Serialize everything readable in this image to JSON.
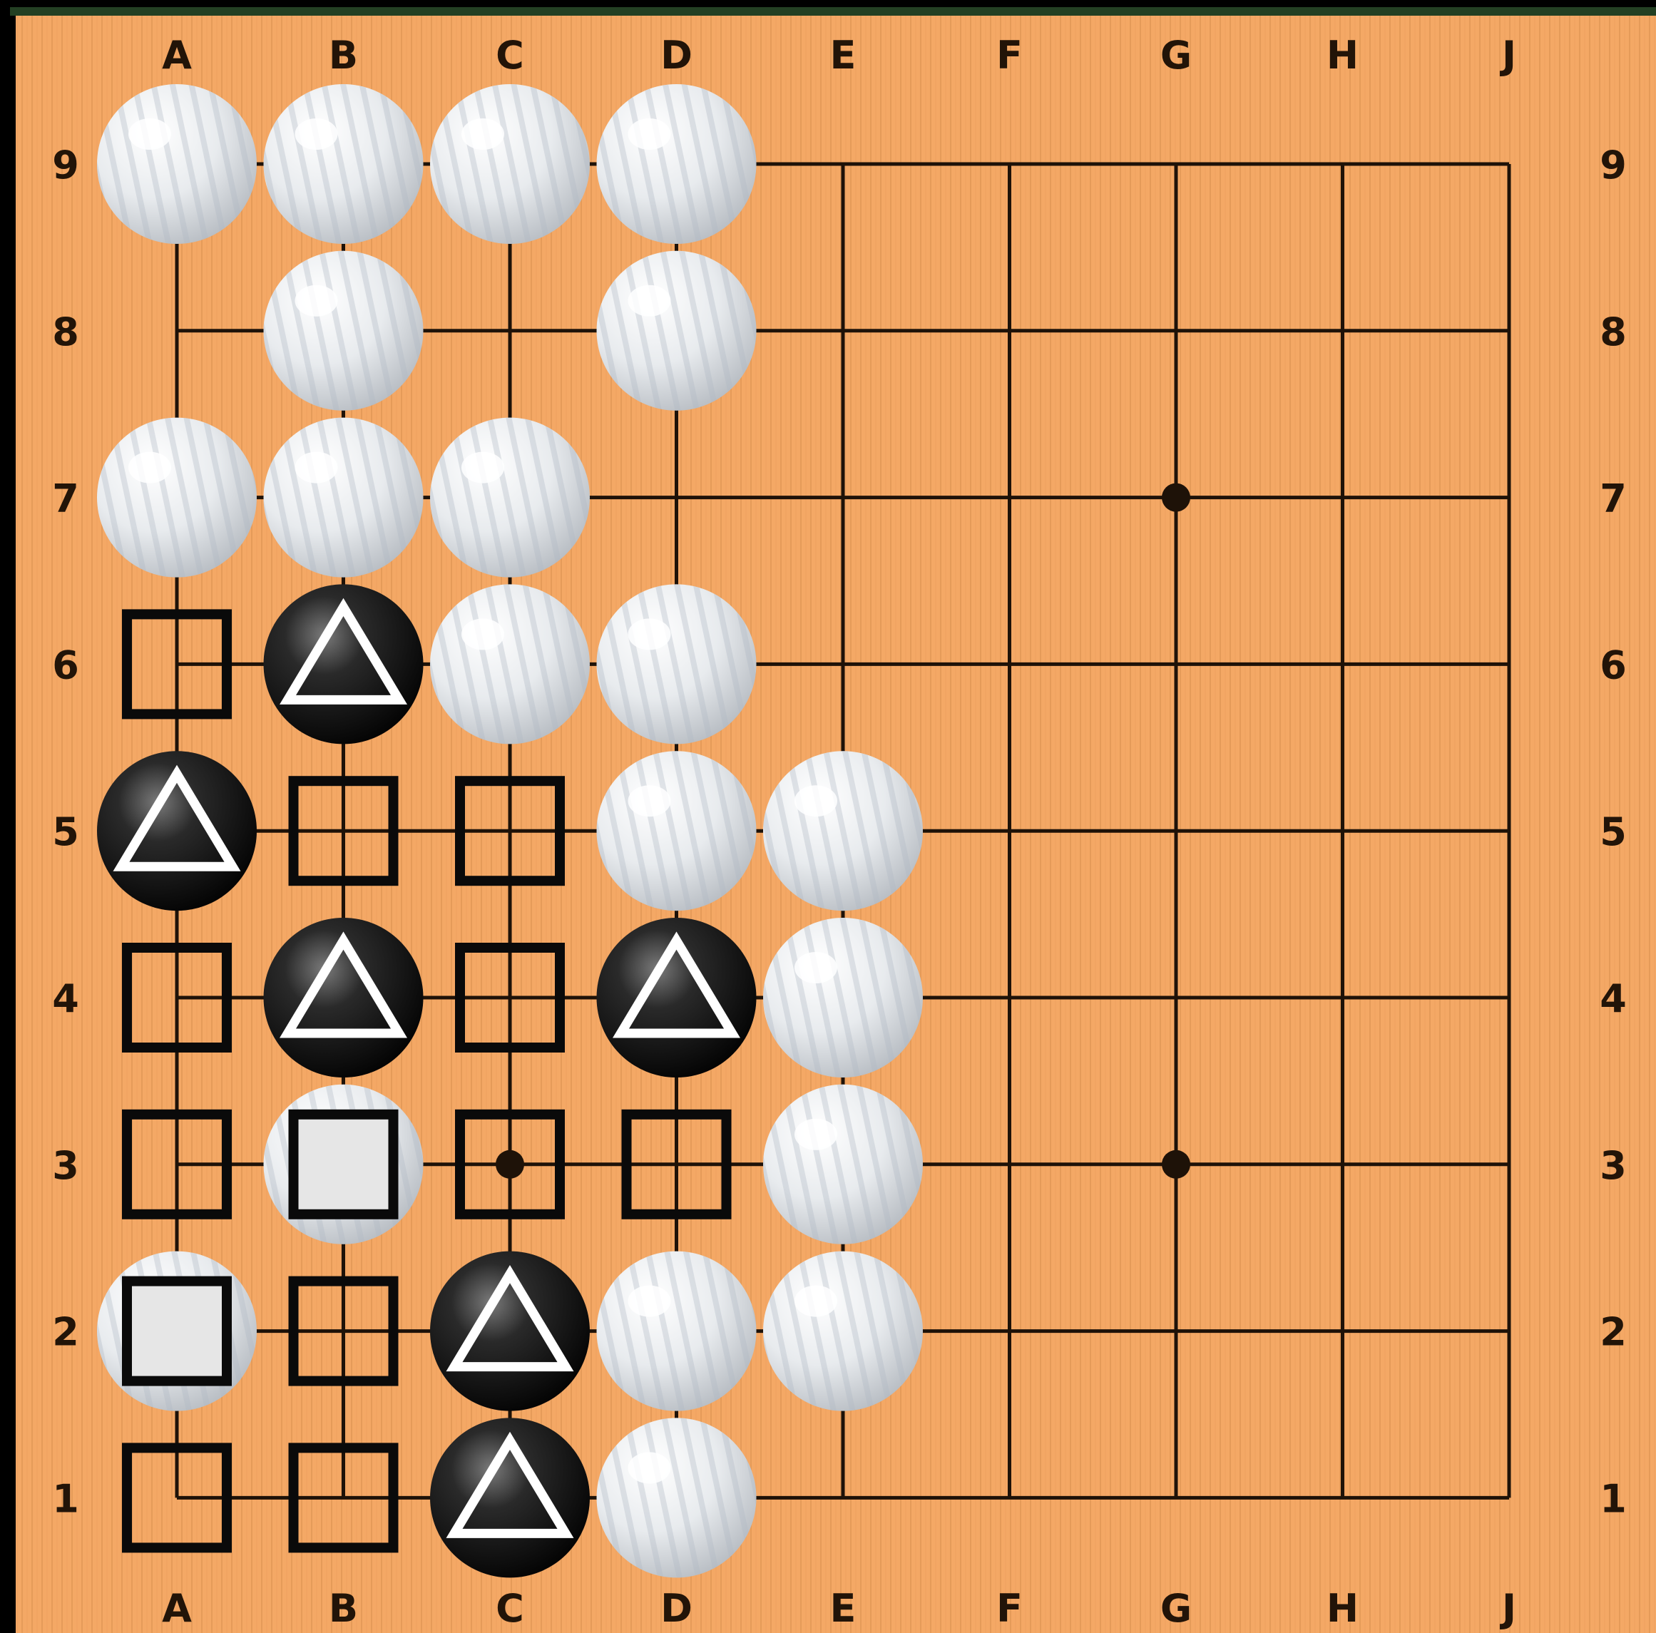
{
  "board": {
    "size": 9,
    "colors": {
      "wood": "#F4A865",
      "grain": "#D98F4E",
      "line": "#1E1208",
      "black_stone": "#0C0C0C",
      "white_stone": "#F4F4F4",
      "marker_light": "#FFFFFF",
      "marker_dark": "#0A0A0A"
    },
    "column_labels": [
      "A",
      "B",
      "C",
      "D",
      "E",
      "F",
      "G",
      "H",
      "J"
    ],
    "row_labels": [
      "9",
      "8",
      "7",
      "6",
      "5",
      "4",
      "3",
      "2",
      "1"
    ],
    "hoshi": [
      "G7",
      "C3",
      "G3"
    ],
    "black_stones": [
      "B6",
      "A5",
      "B4",
      "D4",
      "C2",
      "C1"
    ],
    "white_stones": [
      "A9",
      "B9",
      "C9",
      "D9",
      "B8",
      "D8",
      "A7",
      "B7",
      "C7",
      "C6",
      "D6",
      "D5",
      "E5",
      "E4",
      "B3",
      "E3",
      "A2",
      "D2",
      "E2",
      "D1"
    ],
    "triangle_marks": [
      "B6",
      "A5",
      "B4",
      "D4",
      "C2",
      "C1"
    ],
    "square_marks": [
      "A6",
      "B5",
      "C5",
      "A4",
      "C4",
      "A3",
      "B3",
      "C3",
      "D3",
      "A2",
      "B2",
      "A1",
      "B1"
    ]
  }
}
